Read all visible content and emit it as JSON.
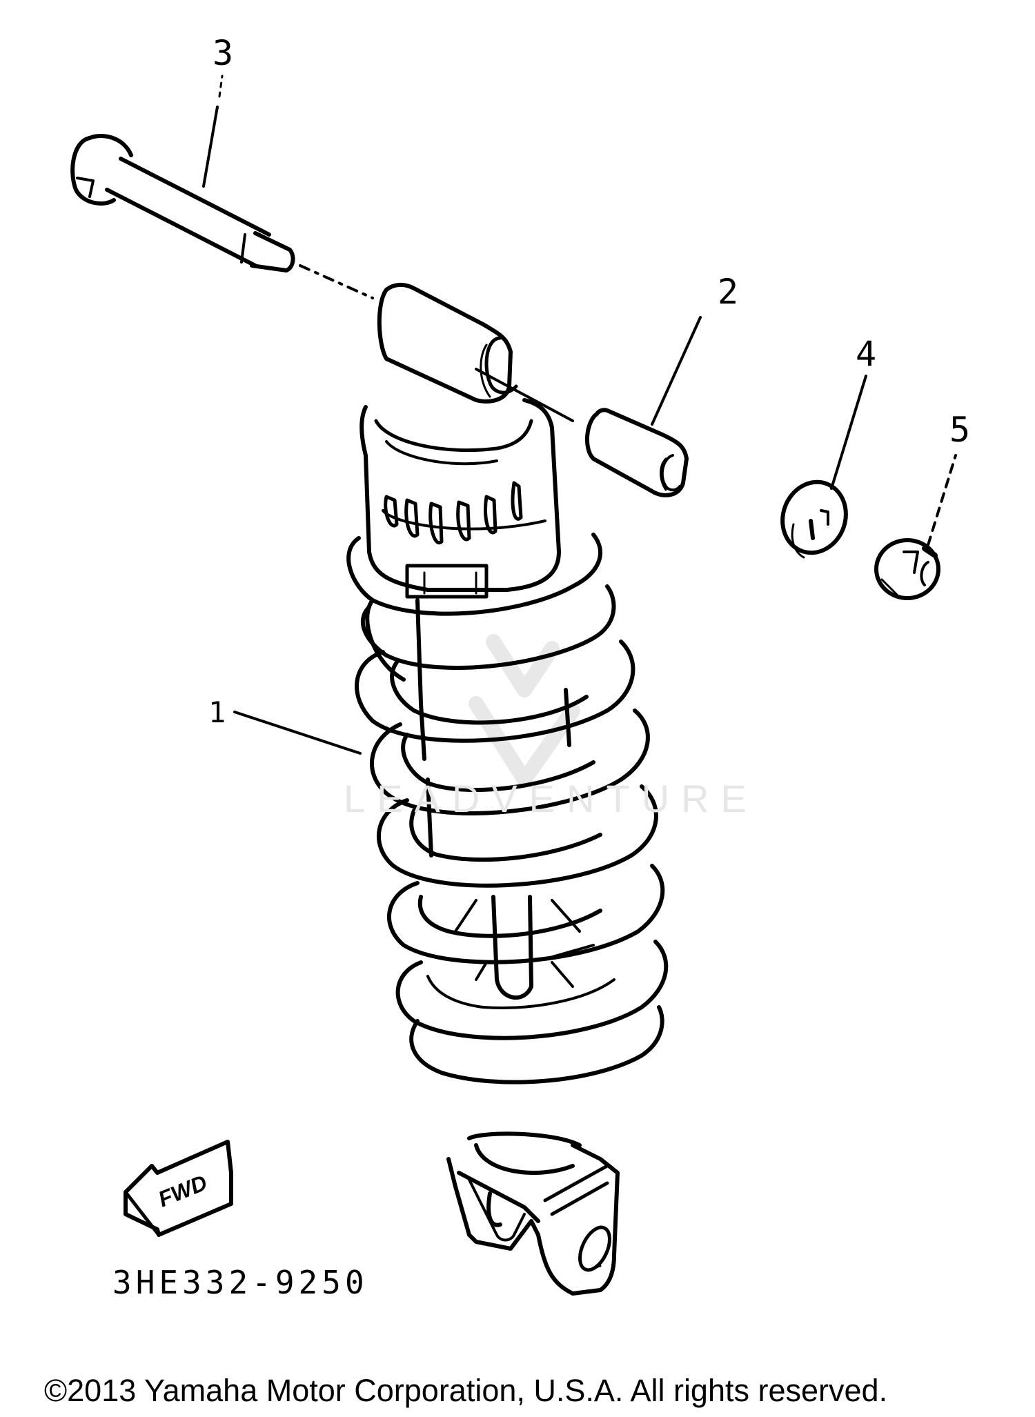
{
  "diagram": {
    "subject": "Rear shock absorber assembly (exploded view)",
    "callouts": [
      {
        "id": "1",
        "label": "1",
        "part": "shock-absorber-assembly"
      },
      {
        "id": "2",
        "label": "2",
        "part": "collar"
      },
      {
        "id": "3",
        "label": "3",
        "part": "bolt"
      },
      {
        "id": "4",
        "label": "4",
        "part": "washer"
      },
      {
        "id": "5",
        "label": "5",
        "part": "nut"
      }
    ],
    "direction_indicator": {
      "label": "FWD",
      "icon": "forward-arrow-icon"
    },
    "part_code": "3HE332-9250",
    "watermark": "LEADVENTURE"
  },
  "footer": {
    "copyright": "©2013 Yamaha Motor Corporation, U.S.A. All rights reserved."
  },
  "colors": {
    "line": "#000000",
    "background": "#ffffff",
    "watermark": "#e6e6e6"
  }
}
